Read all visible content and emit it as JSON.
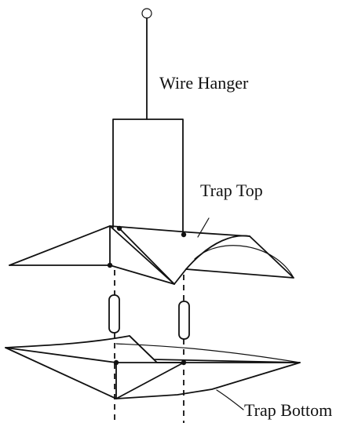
{
  "labels": {
    "wire_hanger": "Wire Hanger",
    "trap_top": "Trap Top",
    "trap_bottom": "Trap Bottom"
  },
  "colors": {
    "ink": "#111111",
    "background": "#ffffff"
  }
}
